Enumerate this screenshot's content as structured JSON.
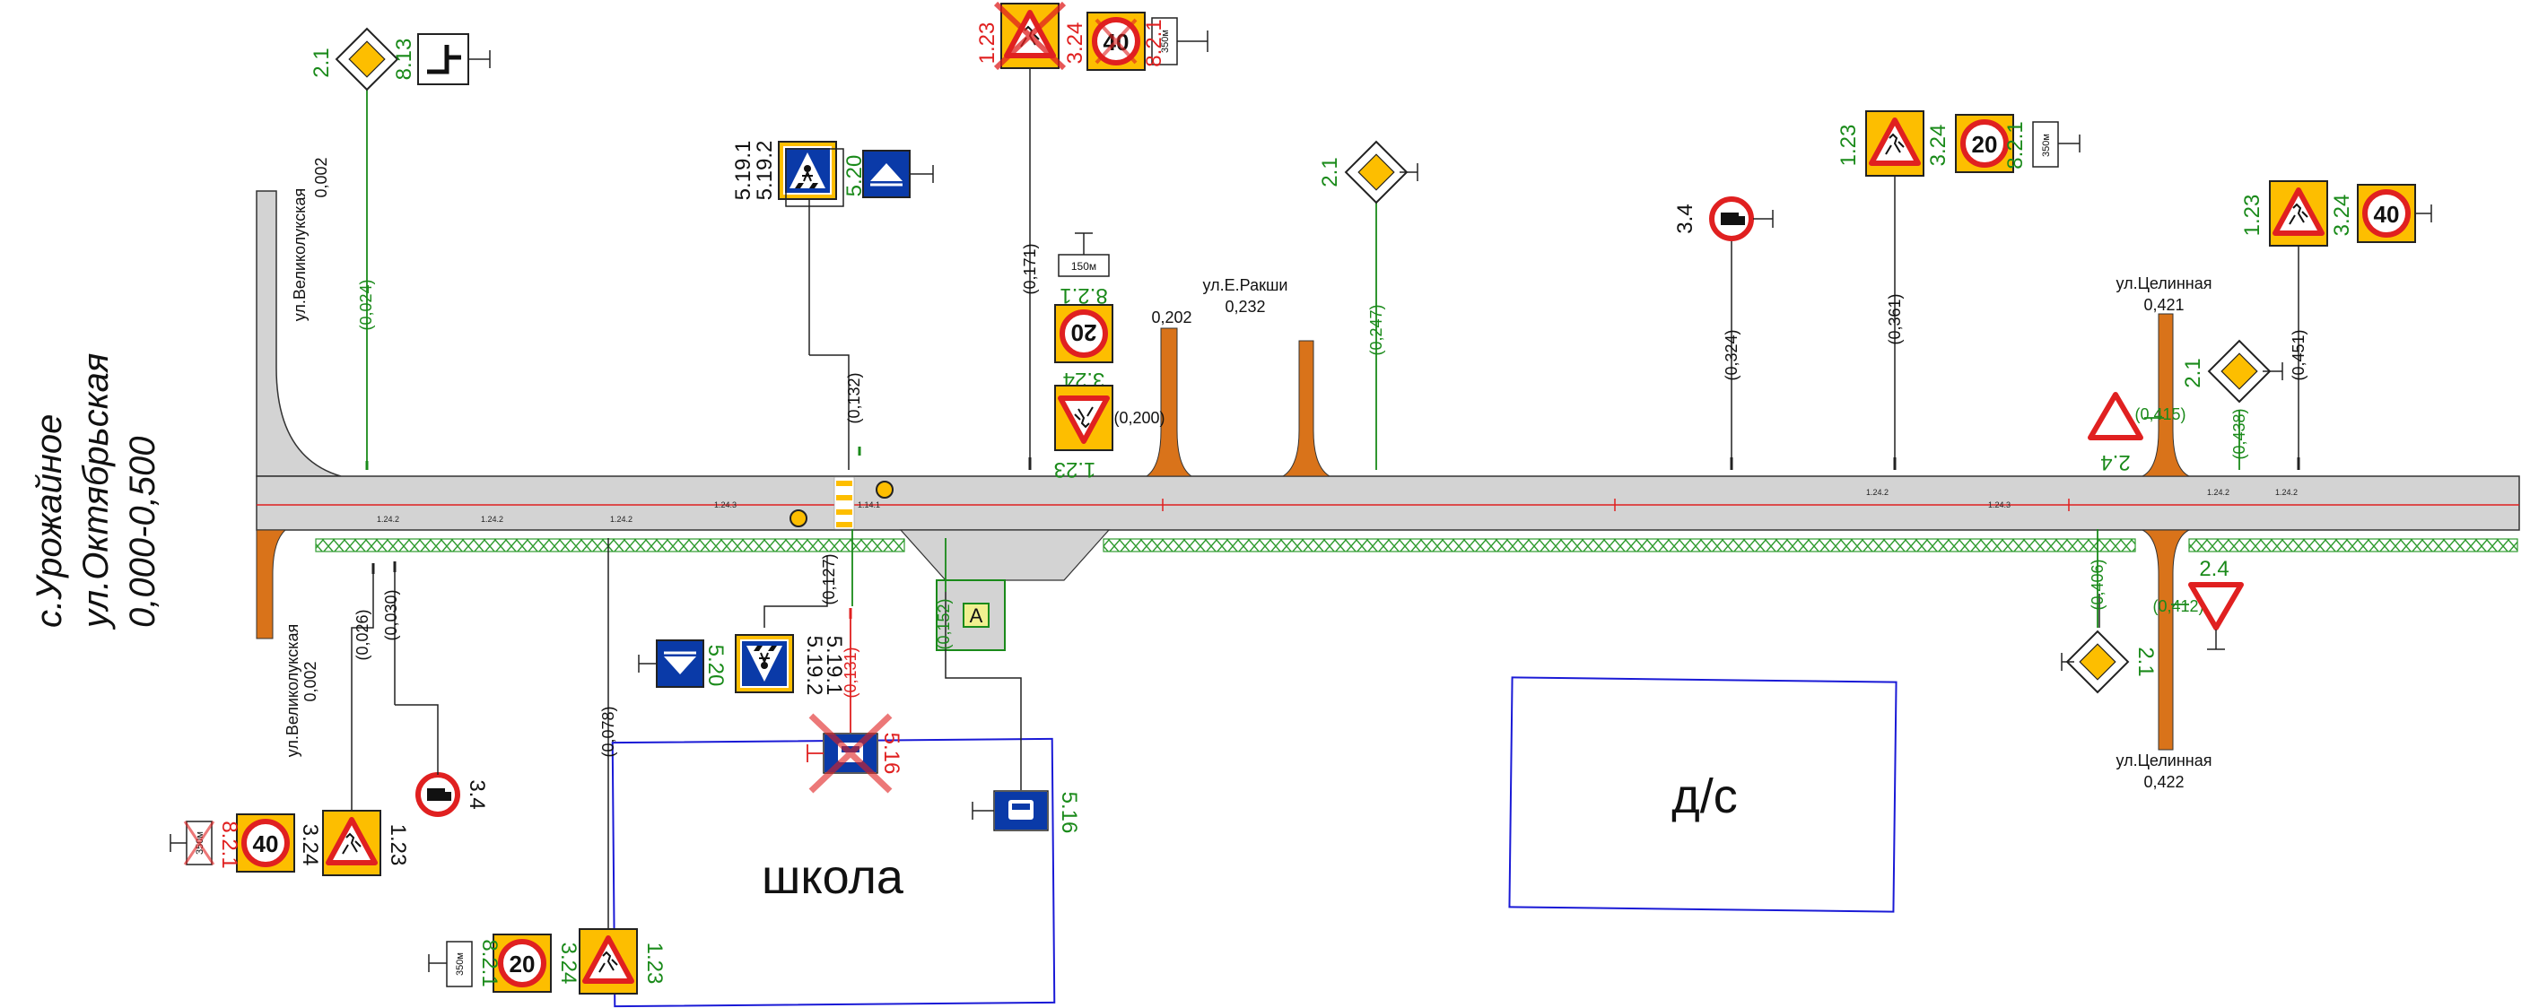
{
  "title": {
    "village": "с.Урожайное",
    "street": "ул.Октябрьская",
    "range": "0,000-0,500"
  },
  "streets": {
    "velikoluk_top": "ул.Великолукская",
    "velikoluk_top_km": "0,002",
    "velikoluk_bottom": "ул.Великолукская",
    "velikoluk_bottom_km": "0,002",
    "raksha": "ул.Е.Ракши",
    "raksha_km": "0,232",
    "raksha_left_km": "0,202",
    "celinnaya_top": "ул.Целинная",
    "celinnaya_top_km": "0,421",
    "celinnaya_bottom": "ул.Целинная",
    "celinnaya_bottom_km": "0,422"
  },
  "buildings": {
    "school": "школа",
    "kindergarten": "д/с"
  },
  "stations": {
    "s024": "(0,024)",
    "s026": "(0,026)",
    "s030": "(0,030)",
    "s078": "(0,078)",
    "s127": "(0,127)",
    "s131": "(0,131)",
    "s132": "(0,132)",
    "s152": "(0,152)",
    "s171": "(0,171)",
    "s200": "(0,200)",
    "s247": "(0,247)",
    "s324": "(0,324)",
    "s361": "(0,361)",
    "s406": "(0,406)",
    "s412": "(0,412)",
    "s415": "(0,415)",
    "s438": "(0,438)",
    "s451": "(0,451)"
  },
  "signs": {
    "c_2_1": "2.1",
    "c_8_13": "8.13",
    "c_5_19_1": "5.19.1",
    "c_5_19_2": "5.19.2",
    "c_5_20": "5.20",
    "c_1_23": "1.23",
    "c_3_24": "3.24",
    "c_8_2_1": "8.2.1",
    "c_3_4": "3.4",
    "c_2_4": "2.4",
    "c_5_16": "5.16",
    "speed_20": "20",
    "speed_40": "40",
    "dist_150": "150м",
    "dist_350": "350м"
  },
  "markings": {
    "m_1_24_2": "1.24.2",
    "m_1_24_3": "1.24.3",
    "m_1_14_1": "1.14.1",
    "bus_stop": "А"
  },
  "colors": {
    "road": "#d3d3d3",
    "junction": "#d9731a",
    "sign_yellow": "#fdbe00",
    "sign_blue": "#0a3aa8",
    "sign_red": "#e02020",
    "new_green": "#1a8a1a",
    "fence": "#2f9b2f",
    "building": "#1a1ad6"
  }
}
